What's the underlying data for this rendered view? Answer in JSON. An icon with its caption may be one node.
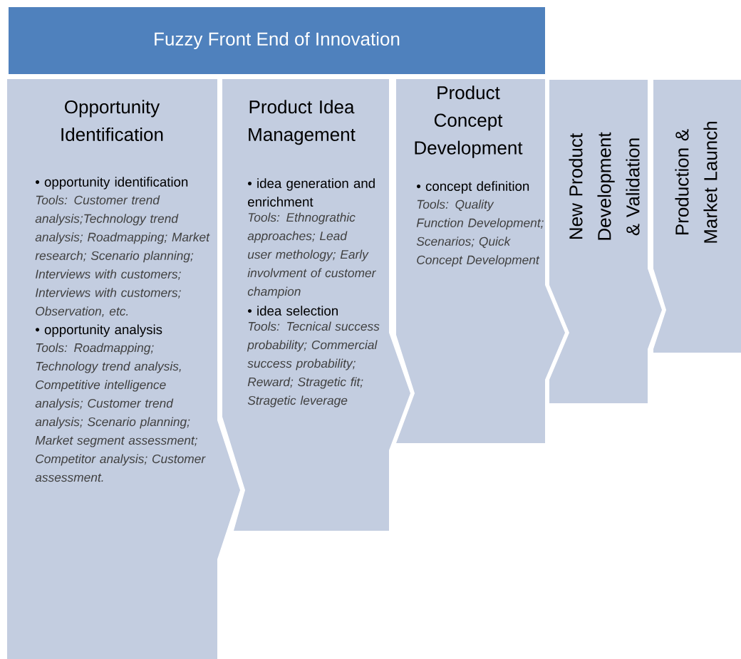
{
  "diagram": {
    "nodes": [
      {
        "text": [
          "Fuzzy Front End of Innovation"
        ]
      },
      {
        "text": [
          "Opportunity Identification",
          "• opportunity identification",
          "Tools: Customer trend analysis;Technology trend analysis; Roadmapping; Market research; Scenario planning; Interviews with customers; Interviews with customers; Observation, etc.",
          "• opportunity analysis",
          "Tools: Roadmapping; Technology trend analysis, Competitive intelligence analysis; Customer trend analysis; Scenario planning; Market segment assessment; Competitor analysis; Customer assessment."
        ]
      },
      {
        "text": [
          "Product Idea Management",
          "• idea generation and enrichment",
          "Tools: Ethnograthic approaches; Lead user methology; Early involvment of customer champion",
          "• idea selection",
          "Tools: Tecnical success probability; Commercial success probability; Reward; Stragetic fit; Stragetic leverage"
        ]
      },
      {
        "text": [
          "Product Concept Development",
          "• concept definition",
          "Tools: Quality Function Development; Scenarios; Quick Concept Development"
        ]
      },
      {
        "text": [
          "New Product Development & Validation"
        ]
      },
      {
        "text": [
          "Production & Market Launch"
        ]
      }
    ]
  }
}
